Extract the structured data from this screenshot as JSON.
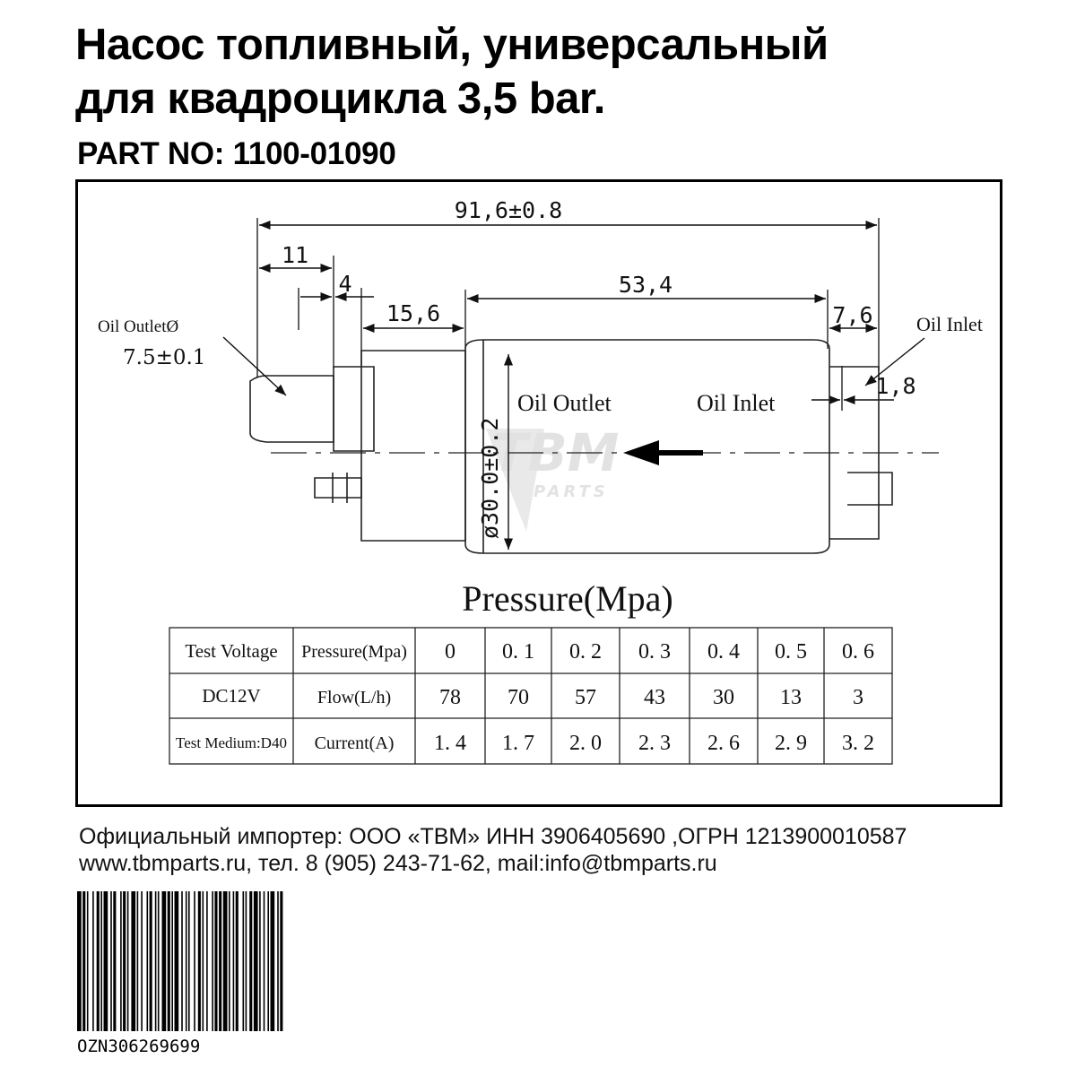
{
  "header": {
    "title_line1": "Насос топливный, универсальный",
    "title_line2": "для квадроцикла 3,5 bar.",
    "part_no": "PART NO: 1100-01090"
  },
  "drawing": {
    "dim_total": "91,6±0.8",
    "dim_11": "11",
    "dim_4": "4",
    "dim_15_6": "15,6",
    "dim_53_4": "53,4",
    "dim_7_6": "7,6",
    "dim_1_8": "1,8",
    "dim_diameter": "ø30.0±0.2",
    "outlet_diam_label": "Oil OutletØ",
    "outlet_diam_value": "7.5±0.1",
    "oil_outlet": "Oil Outlet",
    "oil_inlet": "Oil Inlet",
    "oil_inlet_callout": "Oil Inlet",
    "watermark_logo": "TBM",
    "watermark_sub": "PARTS",
    "table_heading": "Pressure(Mpa)"
  },
  "spec_table": {
    "test_voltage_label": "Test Voltage",
    "test_voltage_value": "DC12V",
    "test_medium": "Test Medium:D40",
    "row_labels": [
      "Pressure(Mpa)",
      "Flow(L/h)",
      "Current(A)"
    ],
    "pressure": [
      "0",
      "0. 1",
      "0. 2",
      "0. 3",
      "0. 4",
      "0. 5",
      "0. 6"
    ],
    "flow": [
      "78",
      "70",
      "57",
      "43",
      "30",
      "13",
      "3"
    ],
    "current": [
      "1. 4",
      "1. 7",
      "2. 0",
      "2. 3",
      "2. 6",
      "2. 9",
      "3. 2"
    ]
  },
  "footer": {
    "importer": "Официальный импортер: ООО «ТВМ» ИНН 3906405690 ,ОГРН 1213900010587",
    "contacts": "www.tbmparts.ru, тел. 8 (905) 243-71-62, mail:info@tbmparts.ru"
  },
  "barcode": {
    "number": "OZN306269699"
  }
}
